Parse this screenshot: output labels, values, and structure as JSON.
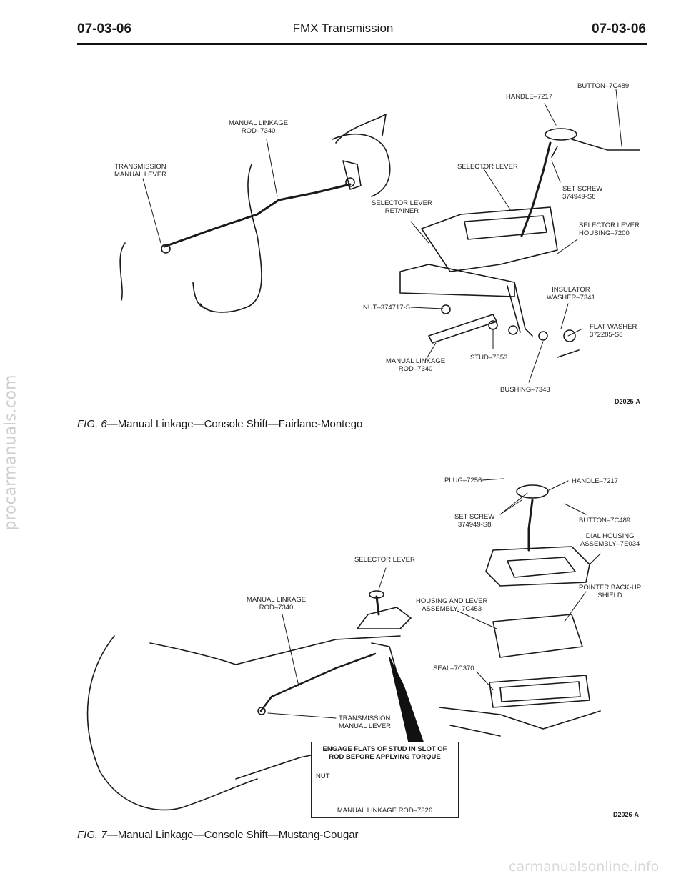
{
  "header": {
    "page_left": "07-03-06",
    "title": "FMX Transmission",
    "page_right": "07-03-06"
  },
  "fig6": {
    "labels": {
      "button": "BUTTON–7C489",
      "handle": "HANDLE–7217",
      "manual_rod_top_1": "MANUAL LINKAGE",
      "manual_rod_top_2": "ROD–7340",
      "trans_lever_1": "TRANSMISSION",
      "trans_lever_2": "MANUAL LEVER",
      "selector_lever": "SELECTOR LEVER",
      "set_screw_1": "SET SCREW",
      "set_screw_2": "374949-S8",
      "retainer_1": "SELECTOR LEVER",
      "retainer_2": "RETAINER",
      "housing_1": "SELECTOR LEVER",
      "housing_2": "HOUSING–7200",
      "insulator_1": "INSULATOR",
      "insulator_2": "WASHER–7341",
      "nut": "NUT–374717-S",
      "flat_washer_1": "FLAT WASHER",
      "flat_washer_2": "372285-S8",
      "stud": "STUD–7353",
      "manual_rod_bottom_1": "MANUAL LINKAGE",
      "manual_rod_bottom_2": "ROD–7340",
      "bushing": "BUSHING–7343"
    },
    "code": "D2025-A",
    "caption_fig": "FIG. 6",
    "caption_text": "—Manual Linkage—Console Shift—Fairlane-Montego"
  },
  "fig7": {
    "labels": {
      "plug": "PLUG–7256",
      "handle": "HANDLE–7217",
      "set_screw_1": "SET SCREW",
      "set_screw_2": "374949-S8",
      "button": "BUTTON–7C489",
      "dial_1": "DIAL HOUSING",
      "dial_2": "ASSEMBLY–7E034",
      "selector_lever": "SELECTOR LEVER",
      "pointer_1": "POINTER BACK-UP",
      "pointer_2": "SHIELD",
      "manual_rod_1": "MANUAL LINKAGE",
      "manual_rod_2": "ROD–7340",
      "housing_lever_1": "HOUSING AND LEVER",
      "housing_lever_2": "ASSEMBLY–7C453",
      "seal": "SEAL–7C370",
      "trans_lever_1": "TRANSMISSION",
      "trans_lever_2": "MANUAL LEVER",
      "note_1": "ENGAGE FLATS OF STUD IN SLOT OF",
      "note_2": "ROD BEFORE APPLYING TORQUE",
      "nut": "NUT",
      "manual_rod_inset": "MANUAL LINKAGE ROD–7326"
    },
    "code": "D2026-A",
    "caption_fig": "FIG. 7",
    "caption_text": "—Manual Linkage—Console Shift—Mustang-Cougar"
  },
  "watermarks": {
    "side": "procarmanuals.com",
    "bottom": "carmanualsonline.info"
  }
}
